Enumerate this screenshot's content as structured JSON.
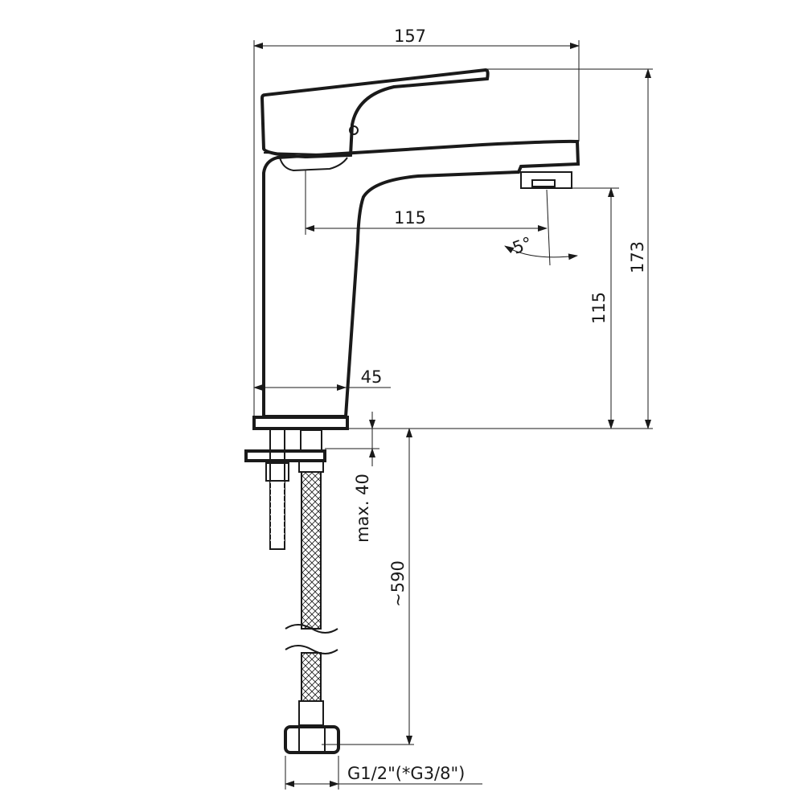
{
  "drawing": {
    "dimensions": {
      "overall_width": "157",
      "spout_reach": "115",
      "spout_height": "115",
      "overall_height": "173",
      "base_diameter": "45",
      "spout_angle": "5°",
      "max_mounting": "max. 40",
      "hose_length": "~590",
      "connection_thread": "G1/2\"(*G3/8\")"
    }
  }
}
